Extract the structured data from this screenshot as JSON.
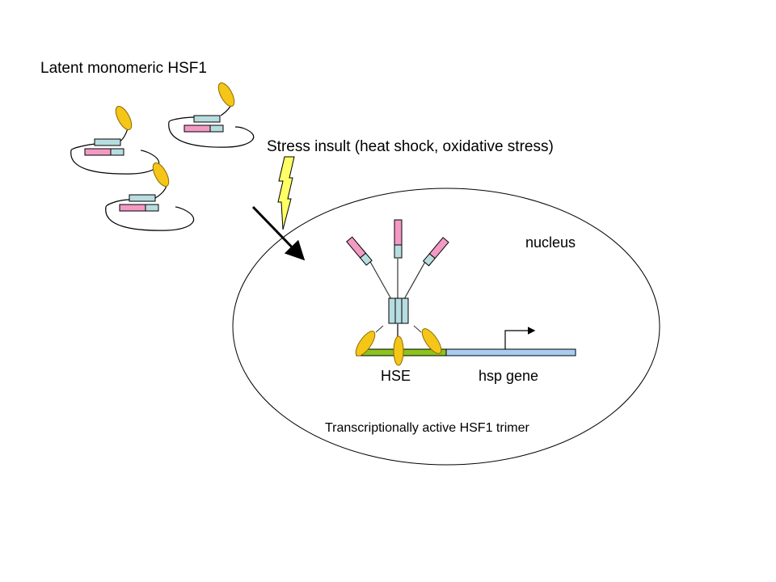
{
  "labels": {
    "latent": "Latent monomeric HSF1",
    "stress": "Stress insult (heat shock, oxidative stress)",
    "nucleus": "nucleus",
    "hse": "HSE",
    "hsp_gene": "hsp gene",
    "trimer": "Transcriptionally active HSF1 trimer"
  },
  "colors": {
    "dbd_yellow": "#f5c518",
    "trimerization_blue": "#b7dde0",
    "regulatory_pink": "#f29ac4",
    "hse_green": "#8dc21f",
    "gene_blue": "#a8cdf0",
    "bolt_yellow": "#ffff66",
    "outline": "#000000"
  },
  "monomers": [
    {
      "name": "monomer-1"
    },
    {
      "name": "monomer-2"
    },
    {
      "name": "monomer-3"
    }
  ],
  "icons": {
    "stress": "lightning-bolt-icon",
    "entry": "arrow-icon",
    "transcription": "transcription-start-arrow-icon"
  }
}
